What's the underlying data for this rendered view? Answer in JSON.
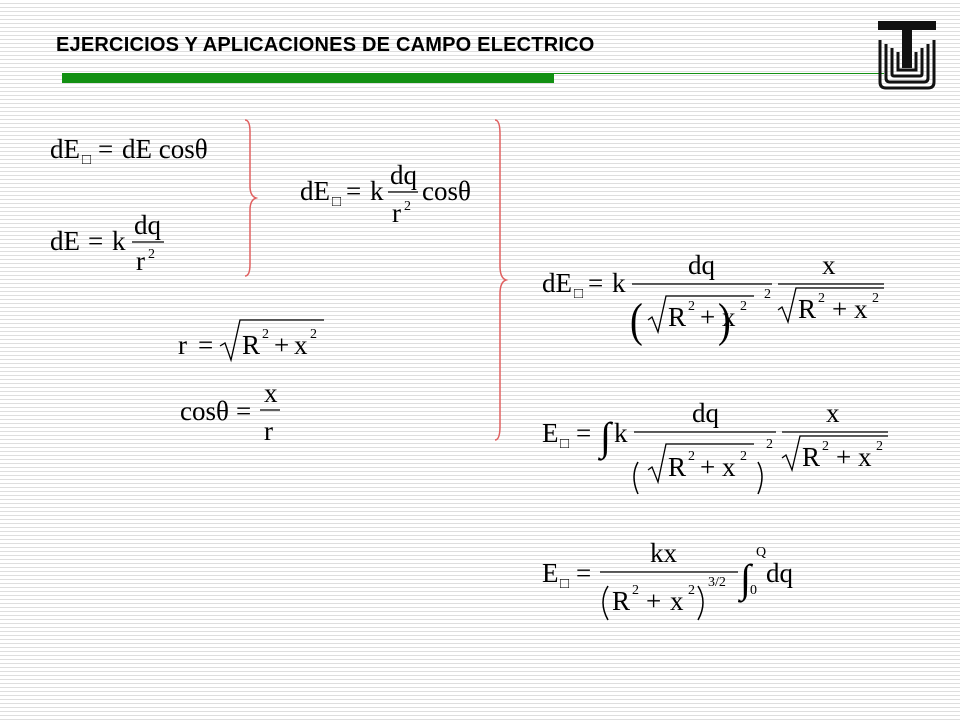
{
  "slide": {
    "title": "EJERCICIOS Y APLICACIONES DE CAMPO ELECTRICO",
    "colors": {
      "accent": "#129012",
      "brace": "#e06060"
    },
    "logo": {
      "icon": "institution-logo-icon"
    }
  },
  "equations": {
    "eq1": {
      "lhs": "dE",
      "sub": "□",
      "eq": "=",
      "rhs": "dE cosθ"
    },
    "eq2": {
      "lhs": "dE",
      "eq": "=",
      "k": "k",
      "num": "dq",
      "den": "r",
      "exp": "2"
    },
    "eq3": {
      "lhs": "dE",
      "sub": "□",
      "eq": "=",
      "k": "k",
      "num": "dq",
      "den": "r",
      "exp": "2",
      "tail": "cosθ"
    },
    "eq4": {
      "lhs": "r",
      "eq": "=",
      "radicand_a": "R",
      "exp": "2",
      "plus": "+",
      "radicand_b": "x"
    },
    "eq5": {
      "lhs": "cosθ",
      "eq": "=",
      "num": "x",
      "den": "r"
    },
    "eq6": {
      "lhs": "dE",
      "sub": "□",
      "eq": "=",
      "k": "k",
      "num1": "dq",
      "R": "R",
      "exp": "2",
      "plus": "+",
      "x": "x",
      "num2": "x"
    },
    "eq7": {
      "lhs": "E",
      "sub": "□",
      "eq": "=",
      "integral": "∫",
      "k": "k",
      "num1": "dq",
      "R": "R",
      "exp": "2",
      "plus": "+",
      "x": "x",
      "num2": "x"
    },
    "eq8": {
      "lhs": "E",
      "sub": "□",
      "eq": "=",
      "num": "kx",
      "R": "R",
      "exp": "2",
      "plus": "+",
      "x": "x",
      "outer_exp": "3/2",
      "integral": "∫",
      "upper": "Q",
      "lower": "0",
      "dq": "dq"
    }
  }
}
